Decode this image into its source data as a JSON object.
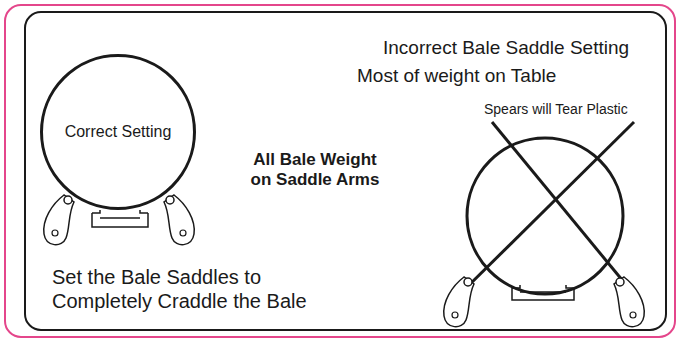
{
  "diagram": {
    "nodes": [
      {
        "text": [
          "Correct Setting"
        ]
      }
    ],
    "labels": [
      "Incorrect Bale Saddle Setting",
      "Most of weight on Table",
      "All Bale Weight on Saddle Arms",
      "Spears will Tear Plastic",
      "Set the Bale Saddles to Completely Craddle the Bale"
    ]
  }
}
